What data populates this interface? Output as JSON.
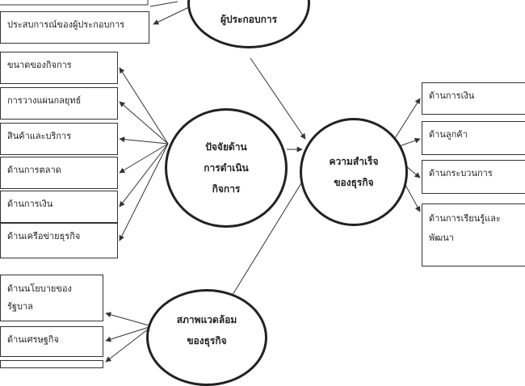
{
  "diagram": {
    "node_entrepreneur": "ผู้ประกอบการ",
    "node_operation": "ปัจจัยด้าน\nการดำเนิน\nกิจการ",
    "node_success": "ความสำเร็จ\nของธุรกิจ",
    "node_environment": "สภาพแวดล้อม\nของธุรกิจ",
    "entrepreneur_factors": [
      "ประสบการณ์ของผู้ประกอบการ"
    ],
    "operation_factors": [
      "ขนาดของกิจการ",
      "การวางแผนกลยุทธ์",
      "สินค้าและบริการ",
      "ด้านการตลาด",
      "ด้านการเงิน",
      "ด้านเครือข่ายธุรกิจ"
    ],
    "environment_factors": [
      "ด้านนโยบายของ\nรัฐบาล",
      "ด้านเศรษฐกิจ"
    ],
    "success_factors": [
      "ด้านการเงิน",
      "ด้านลูกค้า",
      "ด้านกระบวนการ",
      "ด้านการเรียนรู้และ\nพัฒนา"
    ]
  },
  "colors": {
    "line": "#333333",
    "border": "#222222",
    "background": "#ffffff"
  }
}
